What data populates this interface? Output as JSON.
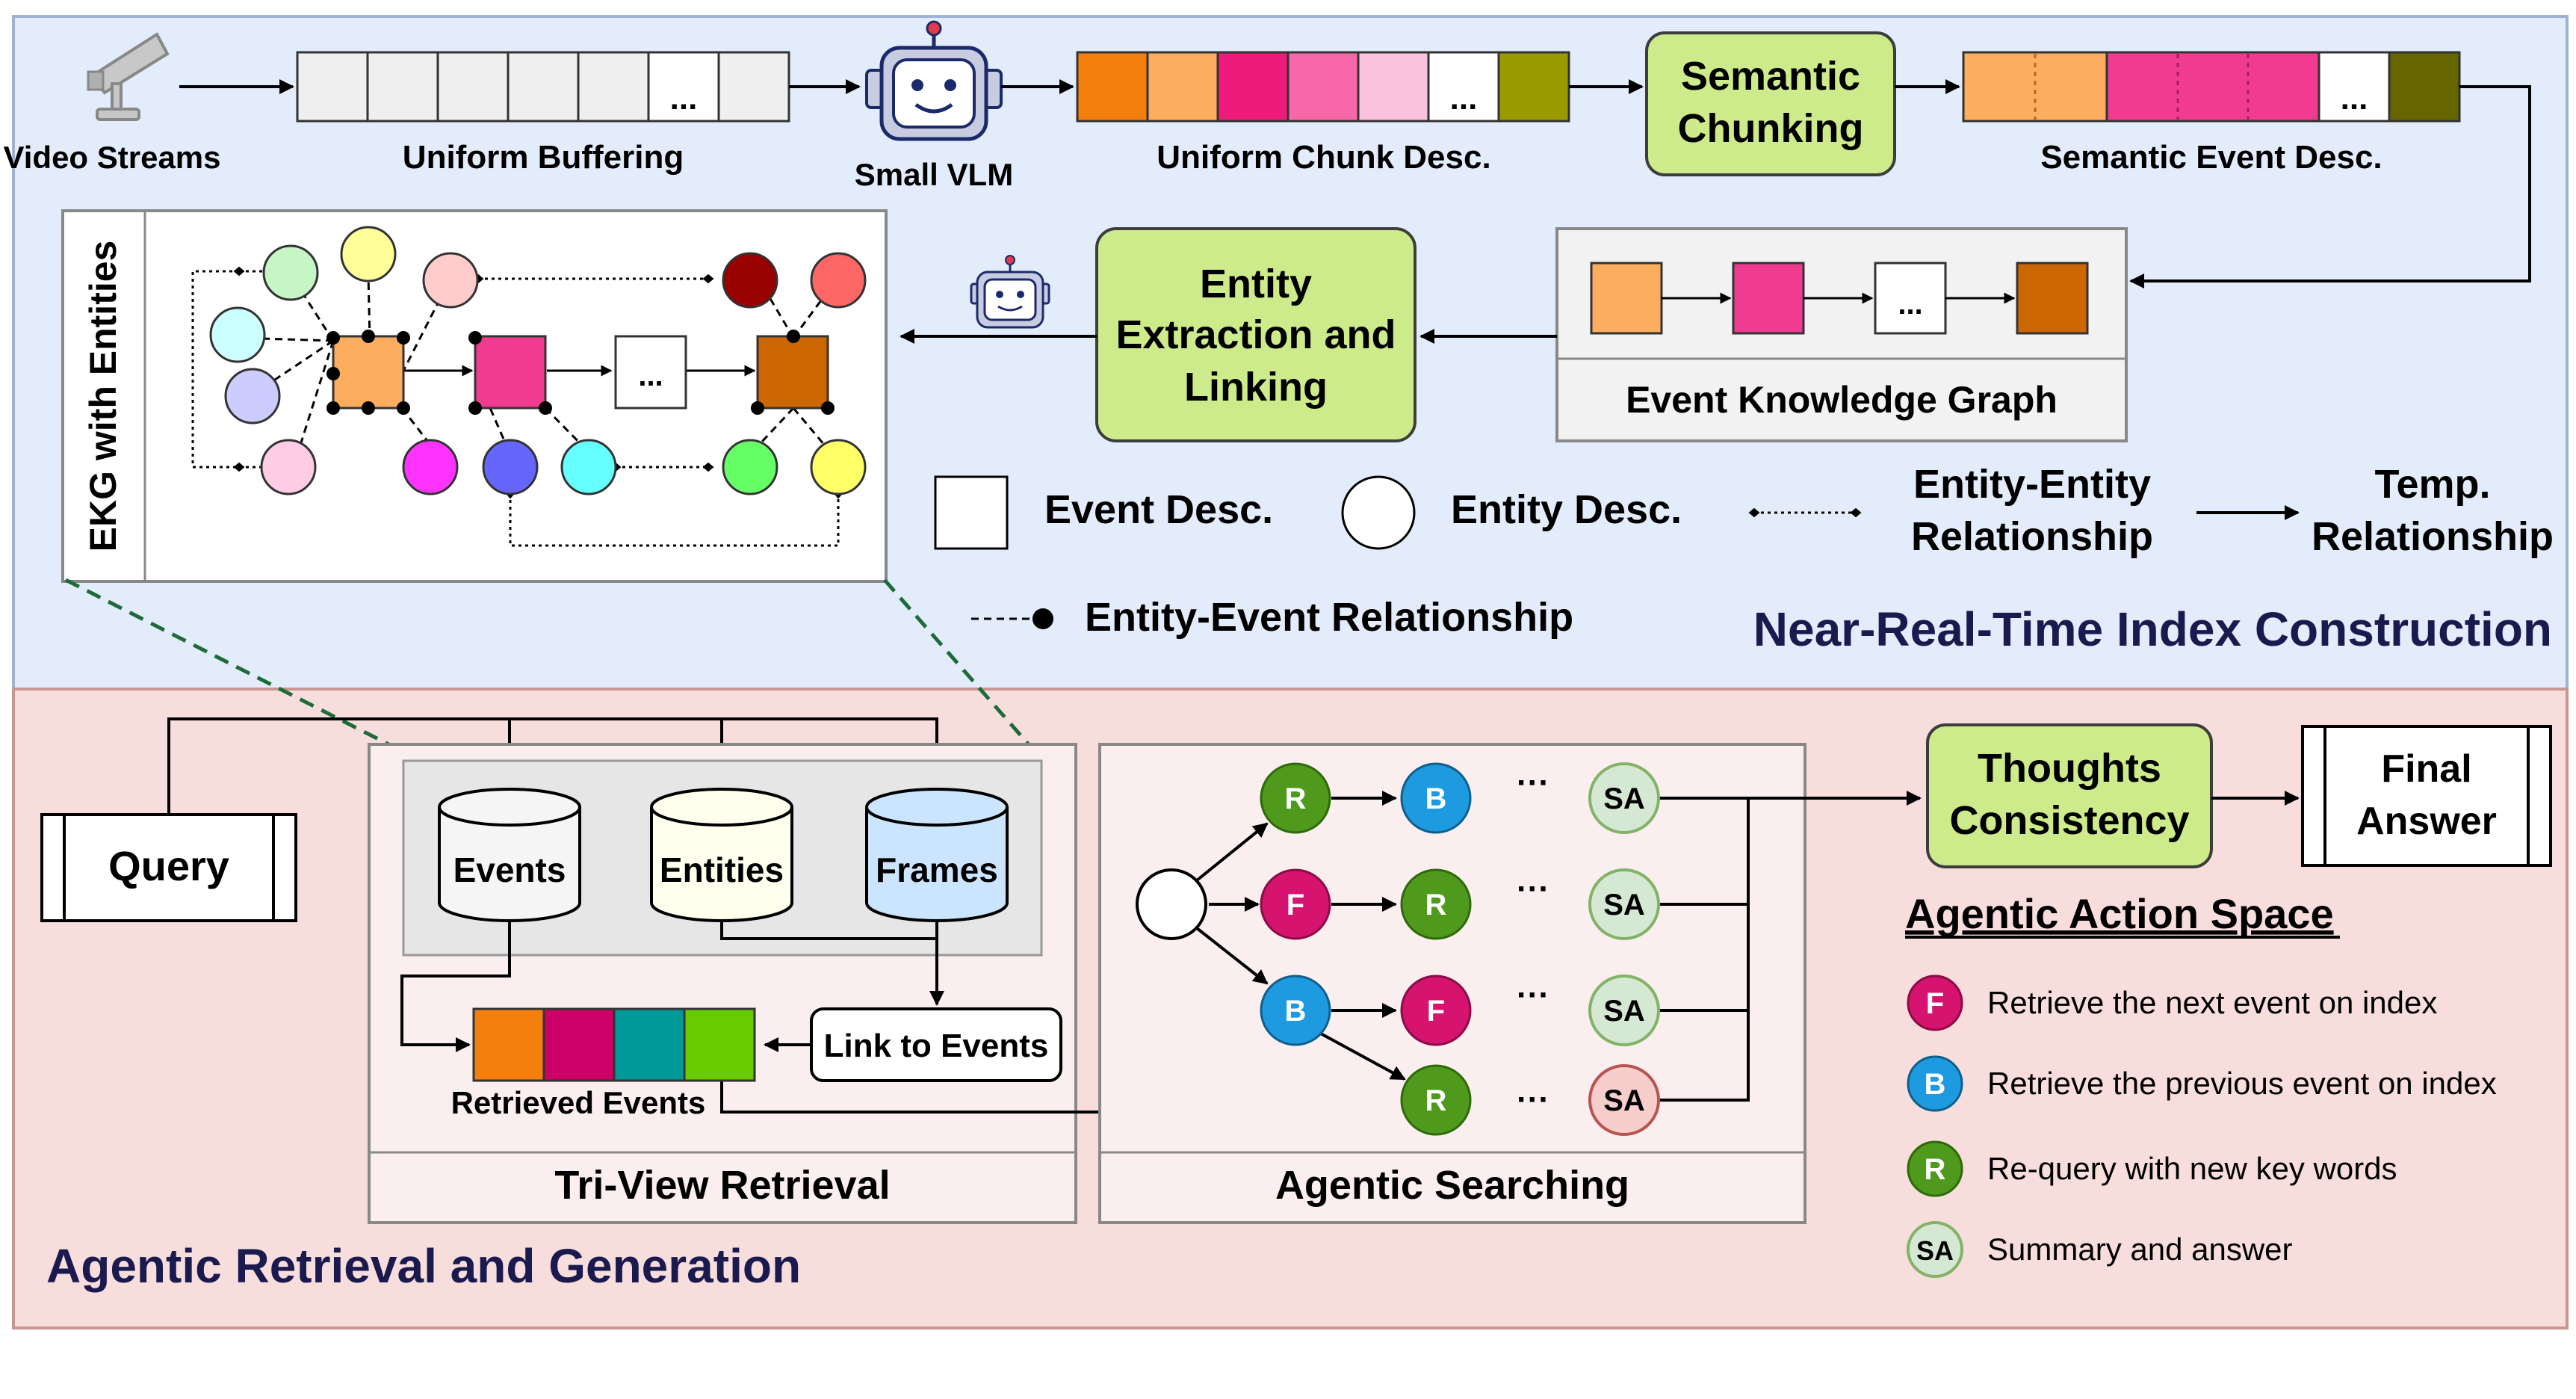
{
  "top_panel": {
    "title": "Near-Real-Time Index Construction",
    "video_streams": "Video Streams",
    "uniform_buffering": "Uniform Buffering",
    "small_vlm": "Small VLM",
    "uniform_chunk_desc": "Uniform Chunk Desc.",
    "semantic_chunking": [
      "Semantic",
      "Chunking"
    ],
    "semantic_event_desc": "Semantic Event Desc.",
    "event_knowledge_graph": "Event Knowledge Graph",
    "entity_extraction": [
      "Entity",
      "Extraction and",
      "Linking"
    ],
    "ekg_with_entities": "EKG with Entities",
    "ellipsis": "..."
  },
  "legend": {
    "event_desc": "Event Desc.",
    "entity_desc": "Entity Desc.",
    "entity_entity": [
      "Entity-Entity",
      "Relationship"
    ],
    "temp": [
      "Temp.",
      "Relationship"
    ],
    "entity_event": "Entity-Event Relationship"
  },
  "bottom_panel": {
    "title": "Agentic Retrieval and Generation",
    "query": "Query",
    "db_events": "Events",
    "db_entities": "Entities",
    "db_frames": "Frames",
    "link_to_events": "Link to Events",
    "retrieved_events": "Retrieved Events",
    "tri_view_retrieval": "Tri-View Retrieval",
    "agentic_searching": "Agentic Searching",
    "thoughts_consistency": [
      "Thoughts",
      "Consistency"
    ],
    "final_answer": [
      "Final",
      "Answer"
    ],
    "action_space_title": "Agentic Action Space",
    "dots": "···"
  },
  "actions": [
    {
      "key": "F",
      "label": "Retrieve the next event on index",
      "color": "#D6136E"
    },
    {
      "key": "B",
      "label": "Retrieve the previous event on index",
      "color": "#1E9BE0"
    },
    {
      "key": "R",
      "label": "Re-query with new key words",
      "color": "#4F9A1C"
    },
    {
      "key": "SA",
      "label": "Summary and answer",
      "color": "#D5E8D4"
    }
  ],
  "colors": {
    "top_bg": "#DAE8FC",
    "bottom_bg": "#F8CECC",
    "green_box": "#CDEB8B",
    "title_navy": "#1A1A4E"
  }
}
